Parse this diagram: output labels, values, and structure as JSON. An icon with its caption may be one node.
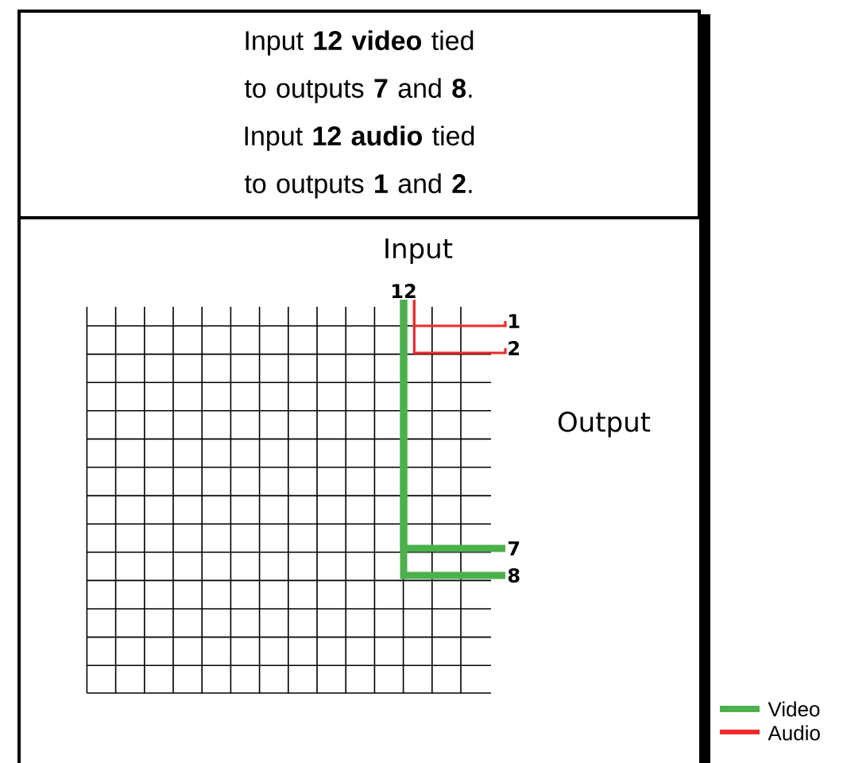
{
  "diagram": {
    "nodes": [
      {
        "text": [
          "Input **12 video** tied to outputs **7** and **8**.",
          "Input **12 audio** tied to outputs **1** and **2**."
        ]
      },
      {
        "text": [
          "12"
        ]
      },
      {
        "text": [
          "1"
        ]
      },
      {
        "text": [
          "2"
        ]
      },
      {
        "text": [
          "7"
        ]
      },
      {
        "text": [
          "8"
        ]
      }
    ],
    "edges": [
      {
        "from": 1,
        "to": 2,
        "arrow": "none",
        "color": "#ee2b2b"
      },
      {
        "from": 1,
        "to": 3,
        "arrow": "none",
        "color": "#ee2b2b"
      },
      {
        "from": 1,
        "to": 4,
        "arrow": "none",
        "style": "thick",
        "color": "#4cb04c"
      },
      {
        "from": 1,
        "to": 5,
        "arrow": "none",
        "style": "thick",
        "color": "#4cb04c"
      }
    ],
    "labels": [
      "Input",
      "Output"
    ],
    "legend": [
      {
        "text": "Video",
        "color": "#4cb04c"
      },
      {
        "text": "Audio",
        "color": "#ee2b2b"
      }
    ]
  }
}
